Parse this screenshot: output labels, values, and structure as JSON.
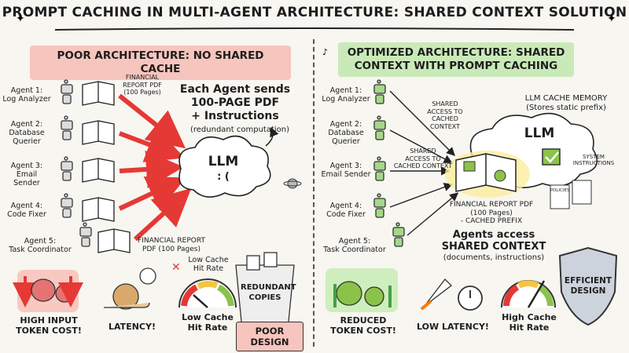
{
  "title": "PROMPT CACHING IN MULTI-AGENT ARCHITECTURE: SHARED CONTEXT SOLUTION",
  "left": {
    "banner": "POOR ARCHITECTURE: NO SHARED CACHE",
    "agents": [
      {
        "label": "Agent 1:\nLog Analyzer"
      },
      {
        "label": "Agent 2:\nDatabase\nQuerier"
      },
      {
        "label": "Agent 3:\nEmail\nSender"
      },
      {
        "label": "Agent 4:\nCode Fixer"
      },
      {
        "label": "Agent 5:\nTask Coordinator"
      }
    ],
    "report_top": "FINANCIAL\nREPORT PDF\n(100 Pages)",
    "report_bottom": "FINANCIAL REPORT\nPDF (100 Pages)",
    "callout": "Each Agent sends\n100-PAGE PDF\n+ Instructions",
    "callout_sub": "(redundant computation)",
    "llm": "LLM",
    "llm_face": ": (",
    "bottom": {
      "cost": "HIGH INPUT\nTOKEN COST!",
      "latency": "LATENCY!",
      "hit_note": "Low Cache\nHit Rate",
      "hit_gauge": "Low Cache\nHit Rate",
      "bin": "REDUNDANT\nCOPIES",
      "poor": "POOR DESIGN"
    }
  },
  "right": {
    "banner": "OPTIMIZED ARCHITECTURE: SHARED\nCONTEXT WITH PROMPT CACHING",
    "agents": [
      {
        "label": "Agent 1:\nLog Analyzer"
      },
      {
        "label": "Agent 2:\nDatabase\nQuerier"
      },
      {
        "label": "Agent 3:\nEmail Sender"
      },
      {
        "label": "Agent 4:\nCode Fixer"
      },
      {
        "label": "Agent 5:\nTask Coordinator"
      }
    ],
    "shared_access_1": "SHARED\nACCESS TO\nCACHED\nCONTEXT",
    "shared_access_2": "SHARED\nACCESS TO\nCACHED CONTEXT",
    "memory": "LLM CACHE MEMORY\n(Stores static prefix)",
    "llm": "LLM",
    "system": "SYSTEM\nINSTRUCTIONS",
    "policy": "POLICIES",
    "report": "FINANCIAL REPORT PDF\n(100 Pages)\n- CACHED PREFIX",
    "agents_access": "Agents access\nSHARED CONTEXT",
    "agents_access_sub": "(documents, instructions)",
    "bottom": {
      "cost": "REDUCED\nTOKEN COST!",
      "latency": "LOW LATENCY!",
      "hit": "High Cache\nHit Rate",
      "shield": "EFFICIENT\nDESIGN"
    }
  }
}
